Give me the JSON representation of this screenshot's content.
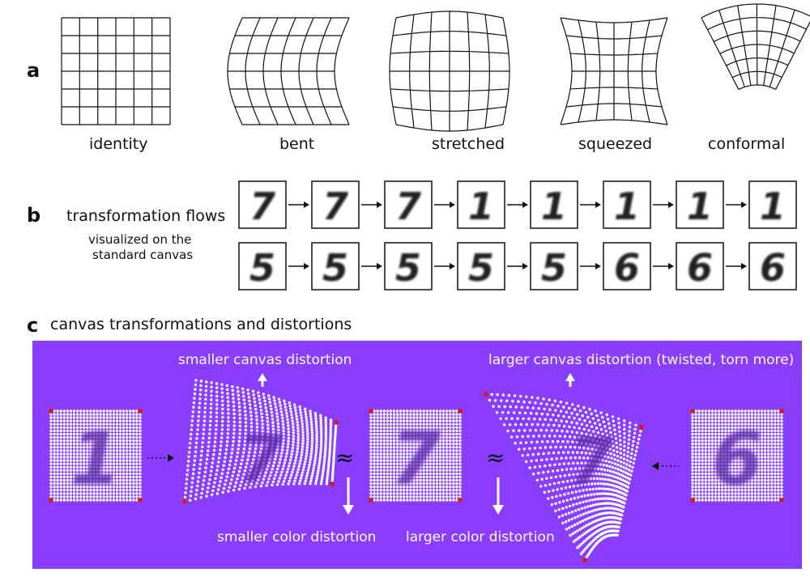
{
  "panel_a": {
    "letter": "a",
    "labels": [
      "identity",
      "bent",
      "stretched",
      "squeezed",
      "conformal"
    ]
  },
  "panel_b": {
    "letter": "b",
    "title": "transformation flows",
    "subtitle_line1": "visualized on the",
    "subtitle_line2": "standard canvas",
    "row1_digits": [
      "7",
      "7",
      "7",
      "1",
      "1",
      "1",
      "1",
      "1"
    ],
    "row2_digits": [
      "5",
      "5",
      "5",
      "5",
      "5",
      "6",
      "6",
      "6"
    ]
  },
  "panel_c": {
    "letter": "c",
    "title": "canvas transformations and distortions",
    "smaller_canvas": "smaller canvas distortion",
    "larger_canvas": "larger canvas distortion (twisted, torn more)",
    "smaller_color": "smaller color distortion",
    "larger_color": "larger color distortion",
    "approx_symbol": "≈",
    "canvas_digits": [
      "1",
      "7",
      "7",
      "7",
      "6"
    ]
  },
  "colors": {
    "purple_bg": "#8a3cff",
    "dot": "#ffffff",
    "corner": "#d0201a"
  }
}
